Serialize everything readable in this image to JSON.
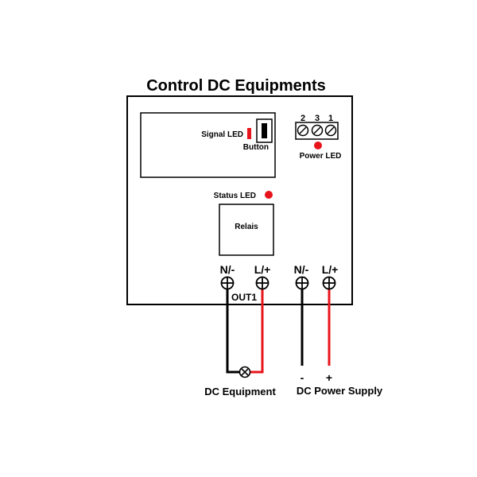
{
  "title": "Control DC Equipments",
  "module": {
    "signal_led_label": "Signal LED",
    "button_label": "Button",
    "status_led_label": "Status LED",
    "relay_label": "Relais",
    "power_led_label": "Power LED",
    "terminal_numbers": [
      "2",
      "3",
      "1"
    ],
    "output_label": "OUT1",
    "out_terminals": {
      "neg": "N/-",
      "pos": "L/+"
    },
    "power_terminals": {
      "neg": "N/-",
      "pos": "L/+"
    }
  },
  "loads": {
    "equipment_label": "DC Equipment",
    "supply_label": "DC Power Supply",
    "supply_neg": "-",
    "supply_pos": "+"
  },
  "colors": {
    "wire_negative": "#000000",
    "wire_positive": "#e8141b",
    "led": "#e8141b",
    "outline": "#000000"
  }
}
